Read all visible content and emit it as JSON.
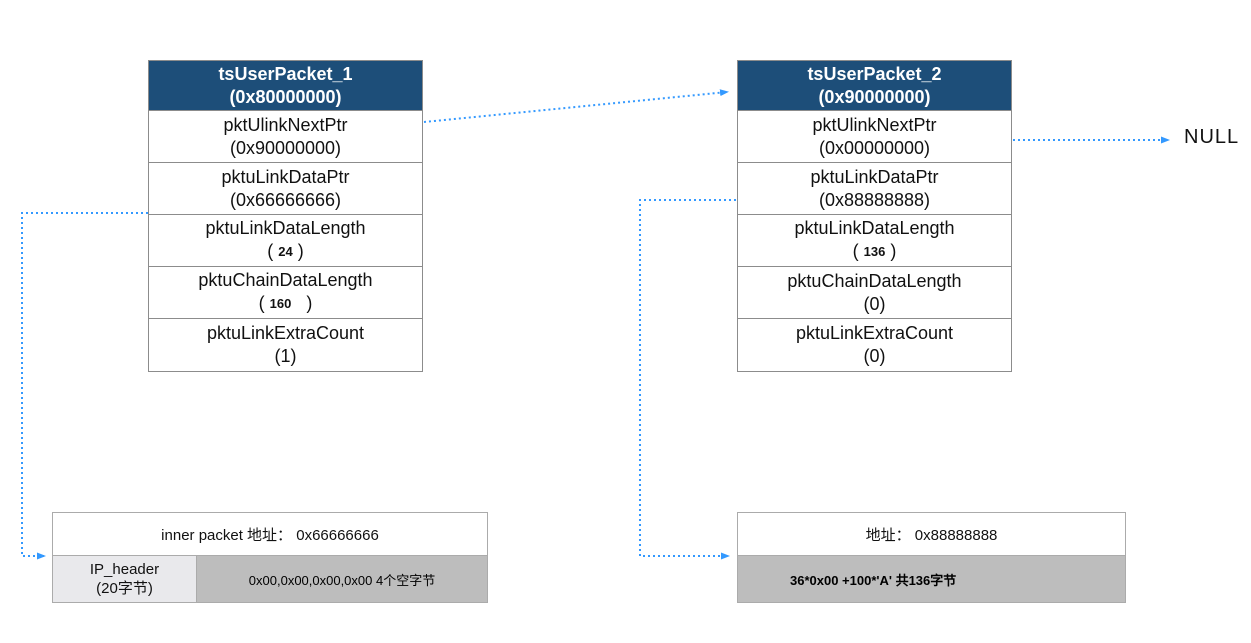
{
  "colors": {
    "header_navy": "#1d4e79",
    "arrow_blue": "#3399ff",
    "cell_border_gray": "#8c8c8c",
    "buffer_gray": "#bdbdbd",
    "buffer_light_gray": "#e9e9ec"
  },
  "packets": [
    {
      "title": "tsUserPacket_1",
      "address": "(0x80000000)",
      "rows": [
        {
          "label": "pktUlinkNextPtr",
          "value": "(0x90000000)"
        },
        {
          "label": "pktuLinkDataPtr",
          "value": "(0x66666666)"
        },
        {
          "label": "pktuLinkDataLength",
          "open": "( ",
          "num": "24",
          "close": " )"
        },
        {
          "label": "pktuChainDataLength",
          "open": "( ",
          "num": "160",
          "close": "   )"
        },
        {
          "label": "pktuLinkExtraCount",
          "value": "(1)"
        }
      ]
    },
    {
      "title": "tsUserPacket_2",
      "address": "(0x90000000)",
      "rows": [
        {
          "label": "pktUlinkNextPtr",
          "value": "(0x00000000)"
        },
        {
          "label": "pktuLinkDataPtr",
          "value": "(0x88888888)"
        },
        {
          "label": "pktuLinkDataLength",
          "open": "( ",
          "num": "136",
          "close": " )"
        },
        {
          "label": "pktuChainDataLength",
          "value": "(0)"
        },
        {
          "label": "pktuLinkExtraCount",
          "value": "(0)"
        }
      ]
    }
  ],
  "buffers": [
    {
      "title": "inner packet 地址： 0x66666666",
      "header_cell": {
        "line1": "IP_header",
        "line2": "(20字节)"
      },
      "data_cell": "0x00,0x00,0x00,0x00 4个空字节"
    },
    {
      "title": "地址： 0x88888888",
      "data_cell": "36*0x00 +100*'A' 共136字节"
    }
  ],
  "null_label": "NULL",
  "arrows": [
    {
      "name": "packet1-next-to-packet2"
    },
    {
      "name": "packet2-next-to-null"
    },
    {
      "name": "packet1-dataptr-to-buffer1"
    },
    {
      "name": "packet2-dataptr-to-buffer2"
    }
  ]
}
